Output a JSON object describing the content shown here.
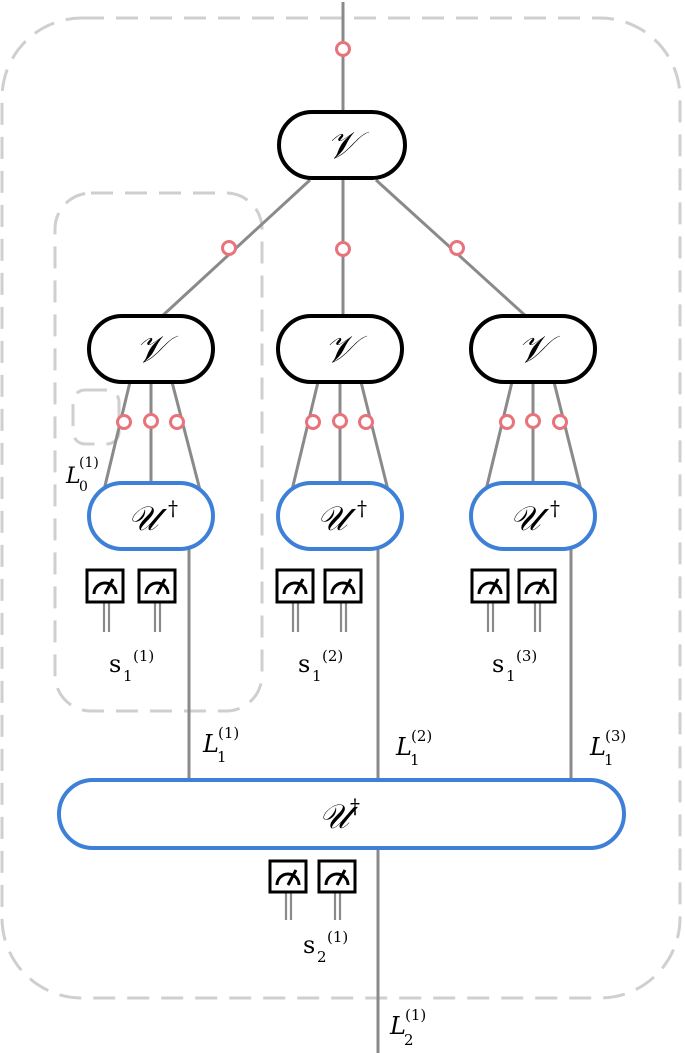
{
  "gates": {
    "v_symbol": "𝒱",
    "u_dagger_symbol": "𝒰",
    "dagger": "†"
  },
  "labels": {
    "L0_1": {
      "base": "L",
      "sub": "0",
      "sup": "(1)"
    },
    "L1_1": {
      "base": "L",
      "sub": "1",
      "sup": "(1)"
    },
    "L1_2": {
      "base": "L",
      "sub": "1",
      "sup": "(2)"
    },
    "L1_3": {
      "base": "L",
      "sub": "1",
      "sup": "(3)"
    },
    "L2_1": {
      "base": "L",
      "sub": "2",
      "sup": "(1)"
    },
    "s1_1": {
      "base": "s",
      "sub": "1",
      "sup": "(1)"
    },
    "s1_2": {
      "base": "s",
      "sub": "1",
      "sup": "(2)"
    },
    "s1_3": {
      "base": "s",
      "sub": "1",
      "sup": "(3)"
    },
    "s2_1": {
      "base": "s",
      "sub": "2",
      "sup": "(1)"
    }
  },
  "colors": {
    "wire": "#8a8a8a",
    "dashed_region": "#cfcfcf",
    "v_gate_border": "#000000",
    "u_gate_border": "#3e80d8",
    "node": "#e8737b"
  },
  "icons": {
    "measurement": "measurement-meter-icon"
  }
}
